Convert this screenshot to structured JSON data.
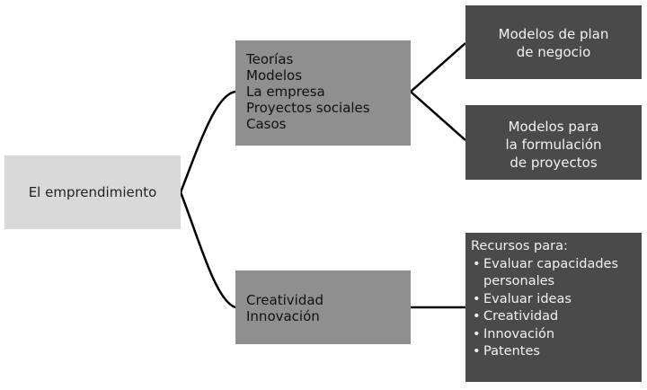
{
  "root": {
    "label": "El emprendimiento"
  },
  "branch_top": {
    "items": [
      "Teorías",
      "Modelos",
      "La empresa",
      "Proyectos sociales",
      "Casos"
    ]
  },
  "branch_bottom": {
    "items": [
      "Creatividad",
      "Innovación"
    ]
  },
  "leaf_plan": {
    "lines": [
      "Modelos de plan",
      "de negocio"
    ]
  },
  "leaf_formulacion": {
    "lines": [
      "Modelos para",
      "la formulación",
      "de proyectos"
    ]
  },
  "leaf_recursos": {
    "heading": "Recursos para:",
    "bullets": [
      "Evaluar capacidades personales",
      "Evaluar ideas",
      "Creatividad",
      "Innovación",
      "Patentes"
    ]
  },
  "colors": {
    "root": "#d9d9d9",
    "branch": "#8f8f8f",
    "leaf": "#4a4a4a",
    "connector": "#000000"
  }
}
